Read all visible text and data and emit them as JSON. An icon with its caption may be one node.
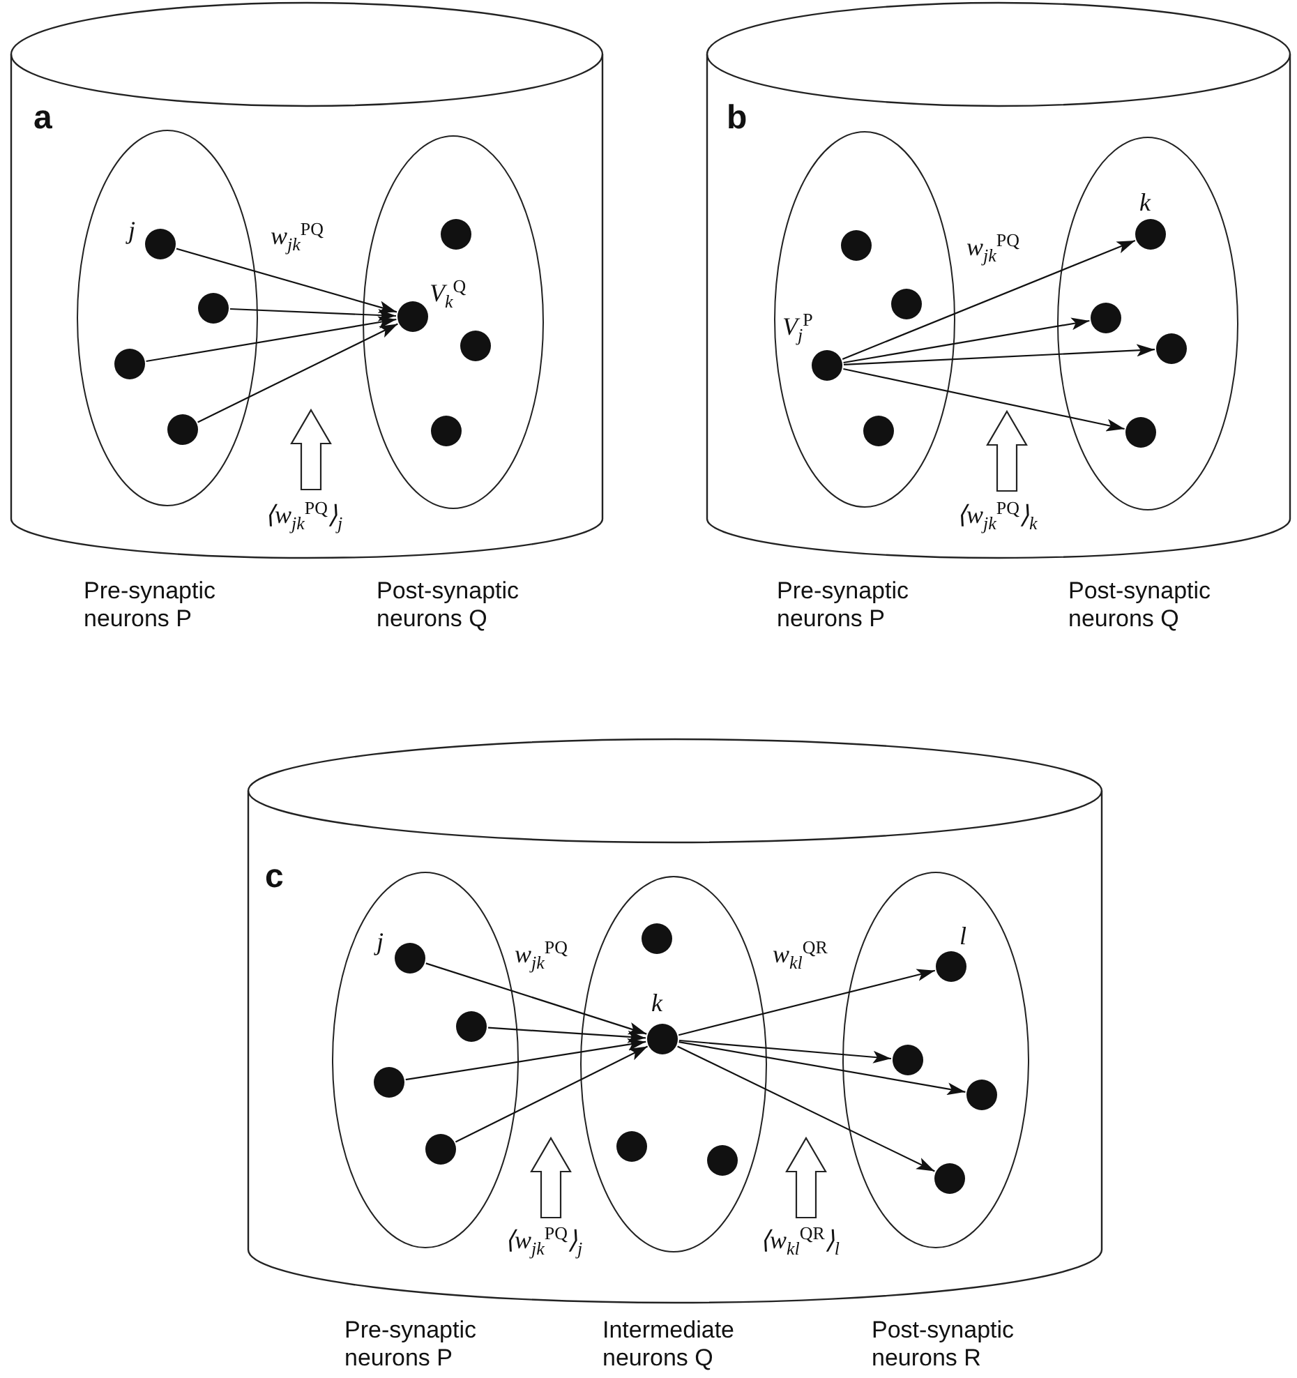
{
  "diagram": {
    "nodes": [
      {
        "text": [],
        "shape": "cylinder"
      },
      {
        "text": [],
        "shape": "ellipse",
        "in": 0,
        "beside": [
          "Pre-synaptic neurons P"
        ]
      },
      {
        "text": [],
        "shape": "circle",
        "in": 1,
        "beside": [
          "j"
        ]
      },
      {
        "text": [],
        "shape": "circle",
        "in": 1
      },
      {
        "text": [],
        "shape": "circle",
        "in": 1
      },
      {
        "text": [],
        "shape": "circle",
        "in": 1
      },
      {
        "text": [],
        "shape": "ellipse",
        "in": 0,
        "beside": [
          "Post-synaptic neurons Q"
        ]
      },
      {
        "text": [],
        "shape": "circle",
        "in": 6
      },
      {
        "text": [],
        "shape": "circle",
        "in": 6,
        "beside": [
          "V$_{k}$$^{Q}$"
        ]
      },
      {
        "text": [],
        "shape": "circle",
        "in": 6
      },
      {
        "text": [],
        "shape": "circle",
        "in": 6
      },
      {
        "text": [],
        "shape": "cylinder"
      },
      {
        "text": [],
        "shape": "ellipse",
        "in": 11,
        "beside": [
          "Pre-synaptic neurons P"
        ]
      },
      {
        "text": [],
        "shape": "circle",
        "in": 12
      },
      {
        "text": [],
        "shape": "circle",
        "in": 12
      },
      {
        "text": [],
        "shape": "circle",
        "in": 12,
        "beside": [
          "V$_{j}$$^{P}$"
        ]
      },
      {
        "text": [],
        "shape": "circle",
        "in": 12
      },
      {
        "text": [],
        "shape": "ellipse",
        "in": 11,
        "beside": [
          "Post-synaptic neurons Q"
        ]
      },
      {
        "text": [],
        "shape": "circle",
        "in": 17,
        "beside": [
          "k"
        ]
      },
      {
        "text": [],
        "shape": "circle",
        "in": 17
      },
      {
        "text": [],
        "shape": "circle",
        "in": 17
      },
      {
        "text": [],
        "shape": "circle",
        "in": 17
      },
      {
        "text": [],
        "shape": "cylinder"
      },
      {
        "text": [],
        "shape": "ellipse",
        "in": 22,
        "beside": [
          "Pre-synaptic neurons P"
        ]
      },
      {
        "text": [],
        "shape": "circle",
        "in": 23,
        "beside": [
          "j"
        ]
      },
      {
        "text": [],
        "shape": "circle",
        "in": 23
      },
      {
        "text": [],
        "shape": "circle",
        "in": 23
      },
      {
        "text": [],
        "shape": "circle",
        "in": 23
      },
      {
        "text": [],
        "shape": "ellipse",
        "in": 22,
        "beside": [
          "Intermediate neurons Q"
        ]
      },
      {
        "text": [],
        "shape": "circle",
        "in": 28
      },
      {
        "text": [],
        "shape": "circle",
        "in": 28,
        "beside": [
          "k"
        ]
      },
      {
        "text": [],
        "shape": "circle",
        "in": 28
      },
      {
        "text": [],
        "shape": "circle",
        "in": 28
      },
      {
        "text": [],
        "shape": "ellipse",
        "in": 22,
        "beside": [
          "Post-synaptic neurons R"
        ]
      },
      {
        "text": [],
        "shape": "circle",
        "in": 33,
        "beside": [
          "l"
        ]
      },
      {
        "text": [],
        "shape": "circle",
        "in": 33
      },
      {
        "text": [],
        "shape": "circle",
        "in": 33
      },
      {
        "text": [],
        "shape": "circle",
        "in": 33
      }
    ],
    "edges": [
      {
        "from": 2,
        "to": 8,
        "arrow": "to",
        "label": "w$_{jk}$$^{PQ}$"
      },
      {
        "from": 3,
        "to": 8,
        "arrow": "to"
      },
      {
        "from": 4,
        "to": 8,
        "arrow": "to"
      },
      {
        "from": 5,
        "to": 8,
        "arrow": "to"
      },
      {
        "from": 15,
        "to": 18,
        "arrow": "to",
        "label": "w$_{jk}$$^{PQ}$"
      },
      {
        "from": 15,
        "to": 19,
        "arrow": "to"
      },
      {
        "from": 15,
        "to": 20,
        "arrow": "to"
      },
      {
        "from": 15,
        "to": 21,
        "arrow": "to"
      },
      {
        "from": 24,
        "to": 30,
        "arrow": "to",
        "label": "w$_{jk}$$^{PQ}$"
      },
      {
        "from": 25,
        "to": 30,
        "arrow": "to"
      },
      {
        "from": 26,
        "to": 30,
        "arrow": "to"
      },
      {
        "from": 27,
        "to": 30,
        "arrow": "to"
      },
      {
        "from": 30,
        "to": 34,
        "arrow": "to",
        "label": "w$_{kl}$$^{QR}$"
      },
      {
        "from": 30,
        "to": 35,
        "arrow": "to"
      },
      {
        "from": 30,
        "to": 36,
        "arrow": "to"
      },
      {
        "from": 30,
        "to": 37,
        "arrow": "to"
      }
    ],
    "labels": [
      "a",
      "b",
      "⟨w$_{jk}$$^{PQ}$⟩$_{j}$",
      "⟨w$_{jk}$$^{PQ}$⟩$_{k}$",
      "c",
      "⟨w$_{jk}$$^{PQ}$⟩$_{j}$",
      "⟨w$_{kl}$$^{QR}$⟩$_{l}$"
    ]
  }
}
